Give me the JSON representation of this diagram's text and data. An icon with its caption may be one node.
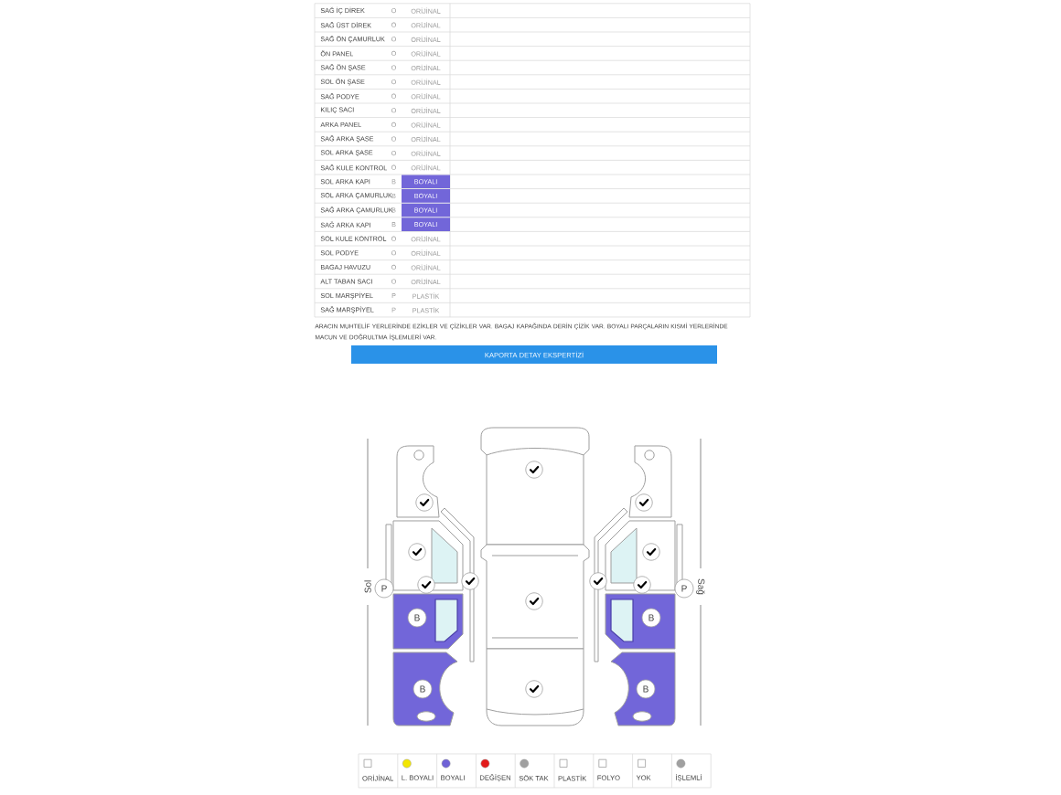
{
  "diagram": {
    "nodes": [
      {
        "text": [
          "KAPORTA DETAY EKSPERTİZİ"
        ]
      },
      {
        "text": [
          "P"
        ]
      },
      {
        "text": [
          "P"
        ]
      },
      {
        "text": [
          "B"
        ]
      },
      {
        "text": [
          "B"
        ]
      },
      {
        "text": [
          "B"
        ]
      },
      {
        "text": [
          "B"
        ]
      }
    ],
    "labels": [
      "SAĞ İÇ DİREK",
      "O",
      "ORİJİNAL",
      "SAĞ ÜST DİREK",
      "O",
      "ORİJİNAL",
      "SAĞ ÖN ÇAMURLUK",
      "O",
      "ORİJİNAL",
      "ÖN PANEL",
      "O",
      "ORİJİNAL",
      "SAĞ ÖN ŞASE",
      "O",
      "ORİJİNAL",
      "SOL ÖN ŞASE",
      "O",
      "ORİJİNAL",
      "SAĞ PODYE",
      "O",
      "ORİJİNAL",
      "KILIÇ SACI",
      "O",
      "ORİJİNAL",
      "ARKA PANEL",
      "O",
      "ORİJİNAL",
      "SAĞ ARKA ŞASE",
      "O",
      "ORİJİNAL",
      "SOL ARKA ŞASE",
      "O",
      "ORİJİNAL",
      "SAĞ KULE KONTROL",
      "O",
      "ORİJİNAL",
      "SOL ARKA KAPI",
      "B",
      "BOYALI",
      "SOL ARKA ÇAMURLUK",
      "B",
      "BOYALI",
      "SAĞ ARKA ÇAMURLUK",
      "B",
      "BOYALI",
      "SAĞ ARKA KAPI",
      "B",
      "BOYALI",
      "SOL KULE KONTROL",
      "O",
      "ORİJİNAL",
      "SOL PODYE",
      "O",
      "ORİJİNAL",
      "BAGAJ HAVUZU",
      "O",
      "ORİJİNAL",
      "ALT TABAN SACI",
      "O",
      "ORİJİNAL",
      "SOL MARŞPİYEL",
      "P",
      "PLASTİK",
      "SAĞ MARŞPİYEL",
      "P",
      "PLASTİK",
      "ARACIN MUHTELİF YERLERİNDE EZİKLER VE ÇİZİKLER VAR. BAGAJ KAPAĞINDA DERİN ÇİZİK VAR. BOYALI PARÇALARIN KISMİ YERLERİNDE MACUN VE DOĞRULTMA İŞLEMLERİ VAR.",
      "Sol",
      "Sağ"
    ],
    "legend": [
      {
        "text": "ORİJİNAL"
      },
      {
        "text": "L. BOYALI",
        "color": "#f2e600"
      },
      {
        "text": "BOYALI",
        "color": "#6f62d6"
      },
      {
        "text": "DEĞİŞEN",
        "color": "#e31b1b"
      },
      {
        "text": "SÖK TAK",
        "color": "#a0a0a0"
      },
      {
        "text": "PLASTİK"
      },
      {
        "text": "FOLYO"
      },
      {
        "text": "YOK"
      },
      {
        "text": "İŞLEMLİ",
        "color": "#a0a0a0"
      }
    ]
  }
}
